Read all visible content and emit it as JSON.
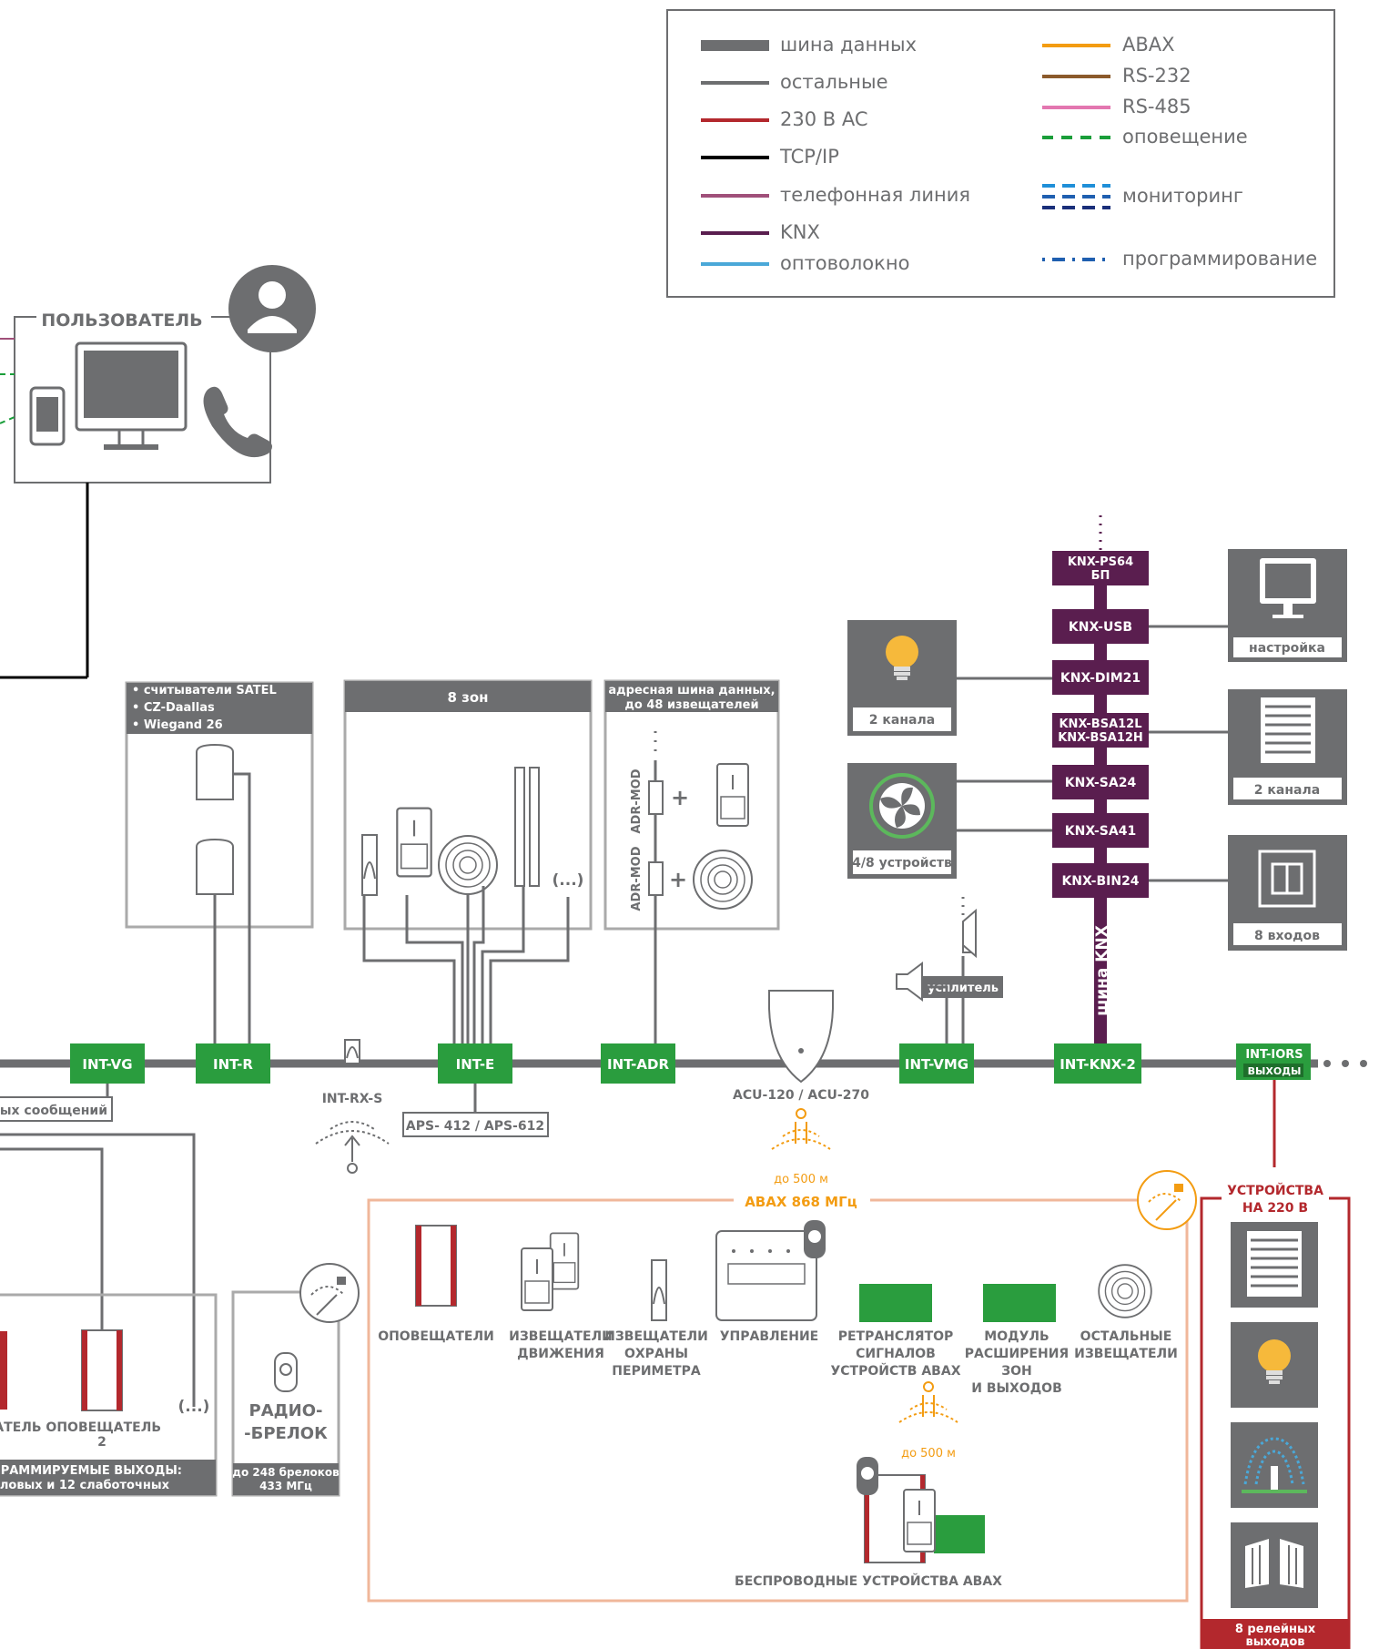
{
  "legend": {
    "col1": [
      {
        "label": "шина данных",
        "color": "#6d6e70",
        "style": "thick"
      },
      {
        "label": "остальные",
        "color": "#6d6e70",
        "style": "thin"
      },
      {
        "label": "230 В AC",
        "color": "#b3282d",
        "style": "thin"
      },
      {
        "label": "TCP/IP",
        "color": "#000000",
        "style": "thin"
      },
      {
        "label": "телефонная линия",
        "color": "#a0507a",
        "style": "thin"
      },
      {
        "label": "KNX",
        "color": "#5a1e4f",
        "style": "thin"
      },
      {
        "label": "оптоволокно",
        "color": "#4aa8d8",
        "style": "thin"
      }
    ],
    "col2": [
      {
        "label": "ABAX",
        "color": "#f39c12",
        "style": "thin"
      },
      {
        "label": "RS-232",
        "color": "#8b5a2b",
        "style": "thin"
      },
      {
        "label": "RS-485",
        "color": "#e377b0",
        "style": "thin"
      },
      {
        "label": "оповещение",
        "color": "#1a9e3a",
        "style": "dashed"
      },
      {
        "label": "мониторинг",
        "color": "#1f8fd8",
        "style": "double-dashed"
      },
      {
        "label": "программирование",
        "color": "#1f5fb0",
        "style": "dashdot"
      }
    ]
  },
  "user": {
    "title": "ПОЛЬЗОВАТЕЛЬ",
    "icons": [
      "user-icon",
      "phone-device-icon",
      "monitor-icon",
      "handset-icon"
    ]
  },
  "bus_modules": [
    {
      "label": "INT-VG"
    },
    {
      "label": "INT-R"
    },
    {
      "label": "INT-E"
    },
    {
      "label": "INT-ADR"
    },
    {
      "label": "INT-VMG"
    },
    {
      "label": "INT-KNX-2"
    }
  ],
  "int_iors": {
    "label": "INT-IORS",
    "sub": "ВЫХОДЫ"
  },
  "vg_label": "ых сообщений",
  "int_rx_s": "INT-RX-S",
  "aps": "APS- 412 / APS-612",
  "readers": {
    "lines": [
      "• считыватели SATEL",
      "• CZ-Daallas",
      "• Wiegand 26"
    ]
  },
  "zones8": {
    "title": "8 зон",
    "more": "(...)"
  },
  "adr": {
    "title_line1": "адресная шина данных,",
    "title_line2": "до 48 извещателей",
    "mod1": "ADR-MOD",
    "mod2": "ADR-MOD",
    "plus": "+"
  },
  "acu": {
    "label": "ACU-120 / ACU-270",
    "range": "до 500 м"
  },
  "vmg": {
    "amp": "усилитель"
  },
  "knx": {
    "bus_label": "шина KNX",
    "modules": [
      {
        "l1": "KNX-PS64",
        "l2": "БП"
      },
      {
        "l1": "KNX-USB",
        "l2": ""
      },
      {
        "l1": "KNX-DIM21",
        "l2": ""
      },
      {
        "l1": "KNX-BSA12L",
        "l2": "KNX-BSA12H"
      },
      {
        "l1": "KNX-SA24",
        "l2": ""
      },
      {
        "l1": "KNX-SA41",
        "l2": ""
      },
      {
        "l1": "KNX-BIN24",
        "l2": ""
      }
    ],
    "left_boxes": [
      {
        "label": "2 канала",
        "icon": "bulb-icon"
      },
      {
        "label": "4/8 устройств",
        "icon": "fan-icon"
      }
    ],
    "right_boxes": [
      {
        "label": "настройка",
        "icon": "monitor-icon"
      },
      {
        "label": "2 канала",
        "icon": "blinds-icon"
      },
      {
        "label": "8 входов",
        "icon": "switch-icon"
      }
    ]
  },
  "abax": {
    "title": "ABAX 868 МГц",
    "items": [
      {
        "lines": [
          "ОПОВЕЩАТЕЛИ"
        ]
      },
      {
        "lines": [
          "ИЗВЕЩАТЕЛИ",
          "ДВИЖЕНИЯ"
        ]
      },
      {
        "lines": [
          "ИЗВЕЩАТЕЛИ",
          "ОХРАНЫ",
          "ПЕРИМЕТРА"
        ]
      },
      {
        "lines": [
          "УПРАВЛЕНИЕ"
        ]
      },
      {
        "lines": [
          "РЕТРАНСЛЯТОР",
          "СИГНАЛОВ",
          "УСТРОЙСТВ ABAX"
        ]
      },
      {
        "lines": [
          "МОДУЛЬ",
          "РАСШИРЕНИЯ",
          "ЗОН",
          "И ВЫХОДОВ"
        ]
      },
      {
        "lines": [
          "ОСТАЛЬНЫЕ",
          "ИЗВЕЩАТЕЛИ"
        ]
      }
    ],
    "range": "до 500 м",
    "wireless": "БЕСПРОВОДНЫЕ УСТРОЙСТВА ABAX"
  },
  "radio": {
    "line1": "РАДИО-",
    "line2": "-БРЕЛОК",
    "note1": "до 248 брелоков",
    "note2": "433 МГц"
  },
  "left_bottom": {
    "more": "(...)",
    "sig1": "АТЕЛЬ ОПОВЕЩАТЕЛЬ",
    "sig2": "2",
    "note1": "РАММИРУЕМЫЕ ВЫХОДЫ:",
    "note2": "ловых и 12 слаботочных"
  },
  "devices220": {
    "title1": "УСТРОЙСТВА",
    "title2": "НА 220 В",
    "footer1": "8 релейных",
    "footer2": "выходов"
  },
  "colors": {
    "green": "#2a9d3e",
    "knx": "#5a1e4f",
    "gray": "#6d6e70",
    "orange": "#f39c12",
    "red": "#b3282d"
  }
}
